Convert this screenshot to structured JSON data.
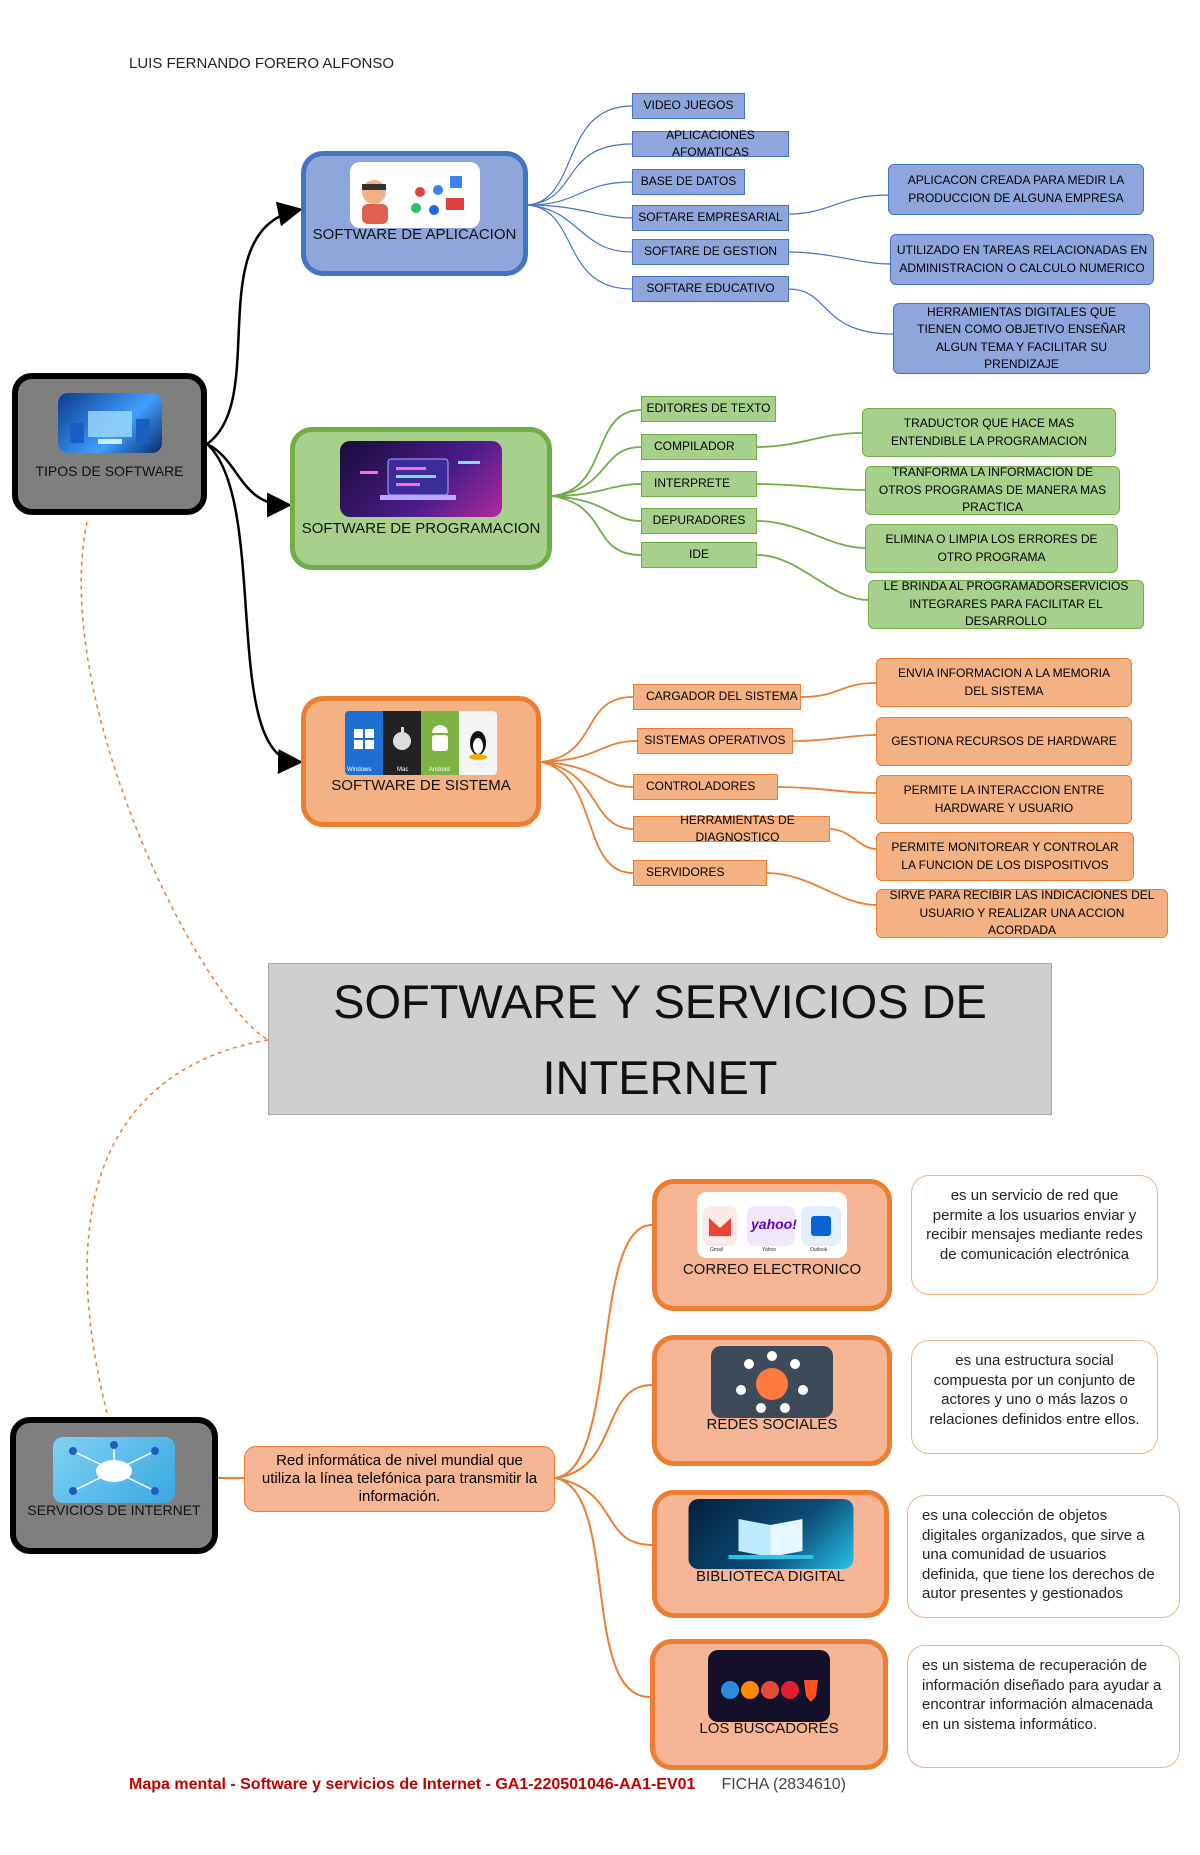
{
  "author": "LUIS FERNANDO FORERO ALFONSO",
  "title_line1": "SOFTWARE Y SERVICIOS DE",
  "title_line2": "INTERNET",
  "root1": {
    "label": "TIPOS DE SOFTWARE"
  },
  "root2": {
    "label": "SERVICIOS DE INTERNET"
  },
  "aplicacion": {
    "label": "SOFTWARE DE APLICACION",
    "items": [
      "VIDEO JUEGOS",
      "APLICACIONES AFOMATICAS",
      "BASE DE DATOS",
      "SOFTARE EMPRESARIAL",
      "SOFTARE DE GESTION",
      "SOFTARE EDUCATIVO"
    ],
    "notes": [
      "APLICACON CREADA PARA MEDIR LA PRODUCCION DE ALGUNA EMPRESA",
      "UTILIZADO EN TAREAS RELACIONADAS EN ADMINISTRACION O CALCULO NUMERICO",
      "HERRAMIENTAS DIGITALES QUE TIENEN COMO OBJETIVO ENSEÑAR ALGUN TEMA Y FACILITAR SU PRENDIZAJE"
    ]
  },
  "programacion": {
    "label": "SOFTWARE DE PROGRAMACION",
    "items": [
      "EDITORES DE TEXTO",
      "COMPILADOR",
      "INTERPRETE",
      "DEPURADORES",
      "IDE"
    ],
    "notes": [
      "TRADUCTOR QUE HACE MAS ENTENDIBLE LA PROGRAMACION",
      "TRANFORMA LA INFORMACION DE OTROS PROGRAMAS DE MANERA MAS PRACTICA",
      "ELIMINA O LIMPIA LOS ERRORES DE OTRO PROGRAMA",
      "LE BRINDA AL PROGRAMADORSERVICIOS INTEGRARES PARA FACILITAR EL DESARROLLO"
    ]
  },
  "sistema": {
    "label": "SOFTWARE DE SISTEMA",
    "items": [
      "CARGADOR DEL SISTEMA",
      "SISTEMAS OPERATIVOS",
      "CONTROLADORES",
      "HERRAMIENTAS DE DIAGNOSTICO",
      "SERVIDORES"
    ],
    "notes": [
      "ENVIA INFORMACION A LA MEMORIA DEL SISTEMA",
      "GESTIONA RECURSOS DE HARDWARE",
      "PERMITE LA INTERACCION ENTRE HARDWARE Y USUARIO",
      "PERMITE MONITOREAR Y CONTROLAR LA FUNCION DE LOS DISPOSITIVOS",
      "SIRVE PARA RECIBIR LAS INDICACIONES DEL USUARIO Y REALIZAR UNA ACCION ACORDADA"
    ],
    "os_labels": [
      "Windows",
      "Mac",
      "Android",
      ""
    ]
  },
  "internet_desc": "Red informática de nivel mundial que utiliza la línea telefónica para transmitir la información.",
  "servicios": [
    {
      "label": "CORREO ELECTRONICO",
      "desc": "es un servicio de red que permite a los usuarios enviar y recibir mensajes mediante redes de comunicación electrónica"
    },
    {
      "label": "REDES SOCIALES",
      "desc": "es una estructura social compuesta por un conjunto de actores y uno o más lazos o relaciones definidos entre ellos."
    },
    {
      "label": "BIBLIOTECA DIGITAL",
      "desc": "es una colección de objetos digitales organizados,  que sirve a una comunidad de usuarios definida, que tiene los derechos de autor presentes y gestionados"
    },
    {
      "label": "LOS BUSCADORES",
      "desc": "es un sistema de recuperación de información diseñado para ayudar a encontrar información almacenada en un sistema informático."
    }
  ],
  "mail_logos": [
    "Gmail",
    "Yahoo",
    "Outlook"
  ],
  "yahoo_logo": "yahoo!",
  "footer_main": "Mapa mental - Software y servicios de Internet - GA1-220501046-AA1-EV01",
  "footer_ficha": "FICHA (2834610)",
  "colors": {
    "blue": "#4472c4",
    "green": "#70ad47",
    "orange": "#ed7d31",
    "dark": "#000000"
  }
}
